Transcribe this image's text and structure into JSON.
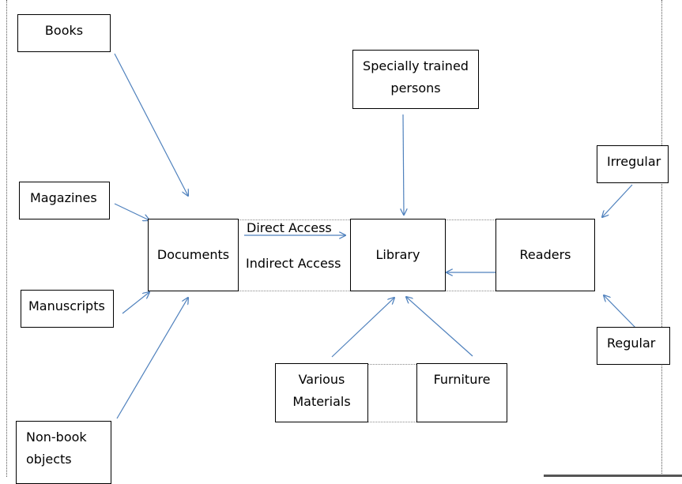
{
  "nodes": {
    "books": "Books",
    "magazines": "Magazines",
    "manuscripts": "Manuscripts",
    "nonbook_line1": "Non-book",
    "nonbook_line2": "objects",
    "documents": "Documents",
    "trained_line1": "Specially trained",
    "trained_line2": "persons",
    "library": "Library",
    "readers": "Readers",
    "irregular": "Irregular",
    "regular": "Regular",
    "various_line1": "Various",
    "various_line2": "Materials",
    "furniture": "Furniture"
  },
  "edge_labels": {
    "direct": "Direct Access",
    "indirect": "Indirect Access"
  },
  "colors": {
    "arrow": "#4f81bd",
    "border": "#000000"
  }
}
